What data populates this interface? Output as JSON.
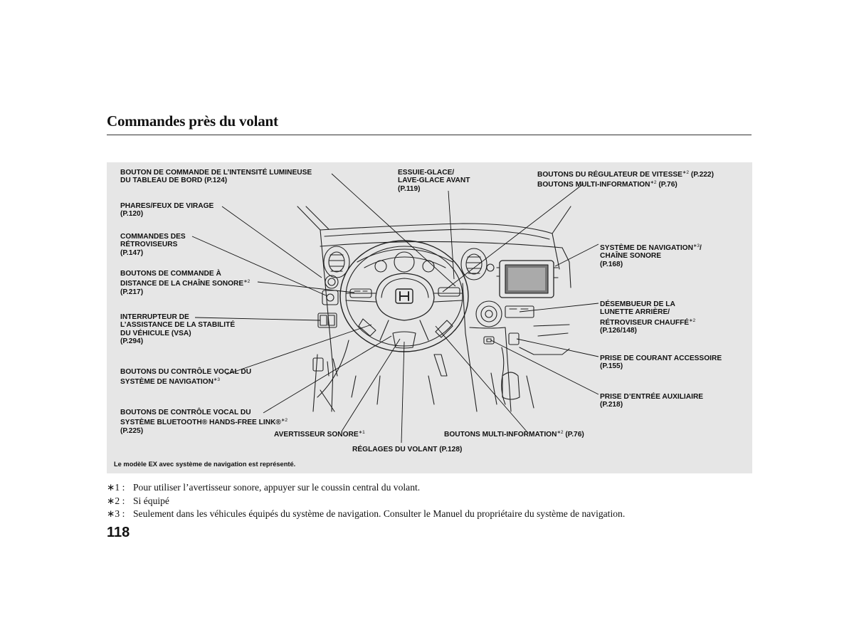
{
  "page": {
    "title": "Commandes près du volant",
    "number": "118"
  },
  "figure": {
    "caption": "Le modèle EX avec système de navigation est représenté.",
    "labels": {
      "dash_brightness": {
        "lines": [
          "BOUTON DE COMMANDE DE L’INTENSITÉ LUMINEUSE",
          "DU TABLEAU DE BORD"
        ],
        "ref": "(P.124)"
      },
      "headlights": {
        "lines": [
          "PHARES/FEUX DE VIRAGE"
        ],
        "ref": "(P.120)"
      },
      "mirrors": {
        "lines": [
          "COMMANDES DES",
          "RÉTROVISEURS"
        ],
        "ref": "(P.147)"
      },
      "audio_remote": {
        "lines": [
          "BOUTONS DE COMMANDE À",
          "DISTANCE DE LA CHAÎNE SONORE"
        ],
        "mark": "∗2",
        "ref": "(P.217)"
      },
      "vsa": {
        "lines": [
          "INTERRUPTEUR DE",
          "L’ASSISTANCE DE LA STABILITÉ",
          "DU VÉHICULE (VSA)"
        ],
        "ref": "(P.294)"
      },
      "nav_voice": {
        "lines": [
          "BOUTONS DU CONTRÔLE VOCAL DU",
          "SYSTÈME DE NAVIGATION"
        ],
        "mark": "∗3"
      },
      "bluetooth_voice": {
        "lines": [
          "BOUTONS DE CONTRÔLE VOCAL DU",
          "SYSTÈME BLUETOOTH® HANDS-FREE LINK®"
        ],
        "mark": "∗2",
        "ref": "(P.225)"
      },
      "horn": {
        "text": "AVERTISSEUR SONORE",
        "mark": "∗1"
      },
      "wheel_adjust": {
        "text": "RÉGLAGES DU VOLANT",
        "ref": "(P.128)"
      },
      "multi_info_bottom": {
        "text": "BOUTONS MULTI-INFORMATION",
        "mark": "∗2",
        "ref": "(P.76)"
      },
      "wipers": {
        "lines": [
          "ESSUIE-GLACE/",
          "LAVE-GLACE AVANT"
        ],
        "ref": "(P.119)"
      },
      "cruise": {
        "text": "BOUTONS DU RÉGULATEUR DE VITESSE",
        "mark": "∗2",
        "ref": "(P.222)"
      },
      "multi_info_top": {
        "text": "BOUTONS MULTI-INFORMATION",
        "mark": "∗2",
        "ref": "(P.76)"
      },
      "navigation": {
        "lines": [
          "SYSTÈME DE NAVIGATION",
          "CHAÎNE SONORE"
        ],
        "mark": "∗3",
        "ref": "(P.168)"
      },
      "defroster": {
        "lines": [
          "DÉSEMBUEUR DE LA",
          "LUNETTE ARRIÈRE/",
          "RÉTROVISEUR CHAUFFÉ"
        ],
        "mark": "∗2",
        "ref": "(P.126/148)"
      },
      "power_outlet": {
        "lines": [
          "PRISE DE COURANT ACCESSOIRE"
        ],
        "ref": "(P.155)"
      },
      "aux_jack": {
        "lines": [
          "PRISE D’ENTRÉE AUXILIAIRE"
        ],
        "ref": "(P.218)"
      }
    }
  },
  "notes": [
    {
      "mark": "∗1 :",
      "text": "Pour utiliser l’avertisseur sonore, appuyer sur le coussin central du volant."
    },
    {
      "mark": "∗2 :",
      "text": "Si équipé"
    },
    {
      "mark": "∗3 :",
      "text": "Seulement dans les véhicules équipés du système de navigation. Consulter le Manuel du propriétaire du système de navigation."
    }
  ]
}
